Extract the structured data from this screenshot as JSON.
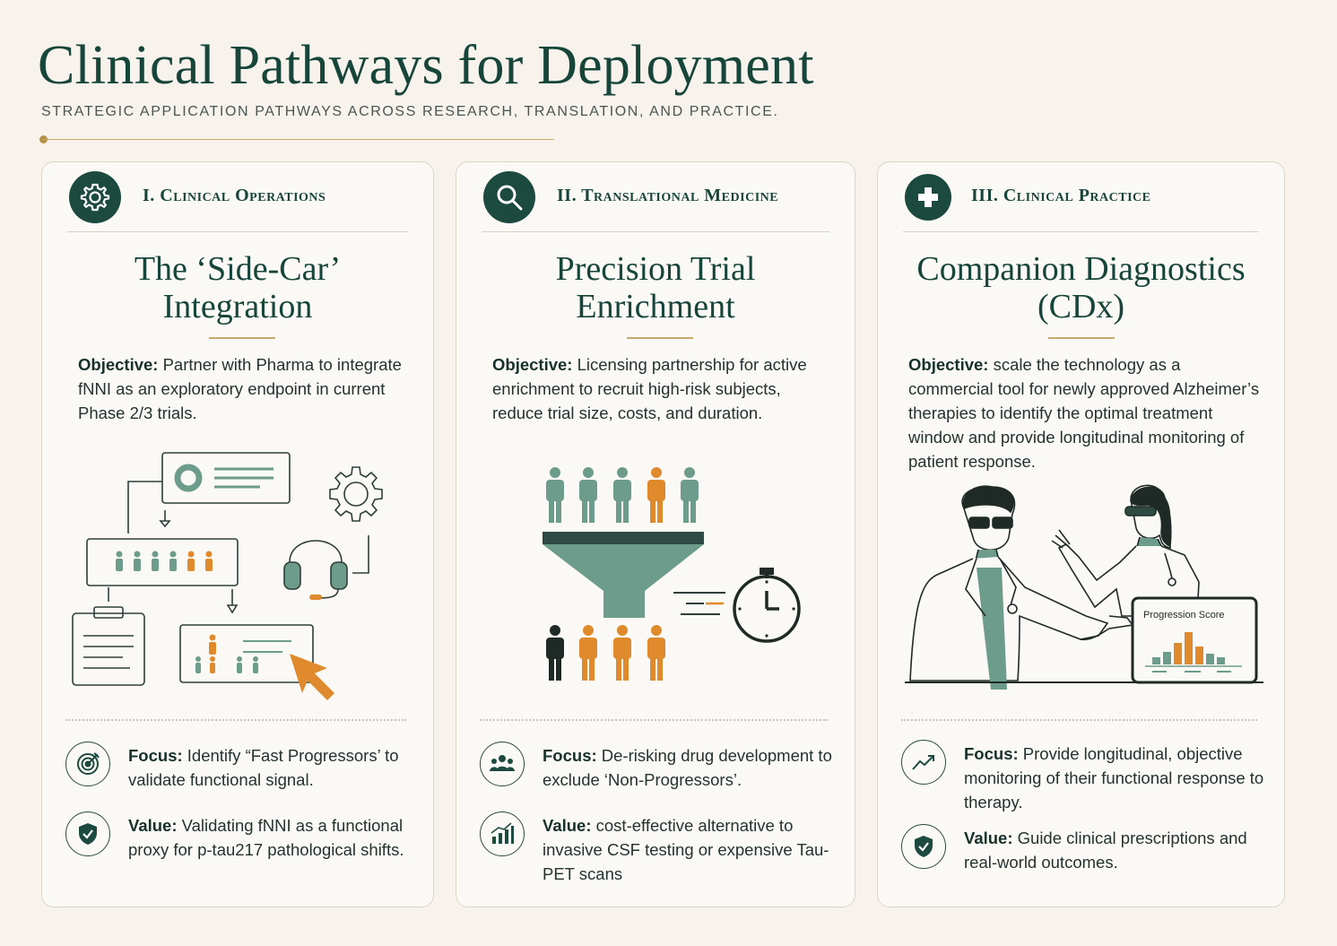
{
  "header": {
    "title": "Clinical Pathways for Deployment",
    "subtitle": "STRATEGIC APPLICATION PATHWAYS ACROSS RESEARCH, TRANSLATION, AND PRACTICE."
  },
  "colors": {
    "primary": "#1d4a3f",
    "accent_gold": "#c9a96b",
    "accent_orange": "#e08a2e",
    "muted_teal": "#6e9c8c"
  },
  "cards": [
    {
      "section_label": "I. Clinical Operations",
      "icon": "gear-icon",
      "title_line1": "The ‘Side-Car’",
      "title_line2": "Integration",
      "objective_label": "Objective:",
      "objective_text": " Partner with Pharma to integrate fNNI as an exploratory endpoint in current Phase 2/3 trials.",
      "focus_label": "Focus:",
      "focus_text": " Identify “Fast Progressors’ to validate functional signal.",
      "focus_icon": "target-icon",
      "value_label": "Value:",
      "value_text": " Validating fNNI as a functional proxy for p-tau217 pathological shifts.",
      "value_icon": "shield-check-icon"
    },
    {
      "section_label": "II. Translational Medicine",
      "icon": "search-icon",
      "title_line1": "Precision Trial",
      "title_line2": "Enrichment",
      "objective_label": "Objective:",
      "objective_text": " Licensing partnership for active enrichment to recruit high-risk subjects, reduce trial size, costs, and duration.",
      "focus_label": "Focus:",
      "focus_text": " De-risking drug development to exclude ‘Non-Progressors’.",
      "focus_icon": "people-group-icon",
      "value_label": "Value:",
      "value_text": " cost-effective alternative to invasive CSF testing or expensive Tau-PET scans",
      "value_icon": "bar-chart-icon"
    },
    {
      "section_label": "III. Clinical Practice",
      "icon": "medical-cross-icon",
      "title_line1": "Companion Diagnostics",
      "title_line2": "(CDx)",
      "objective_label": "Objective:",
      "objective_text": " scale the technology as a commercial tool for newly approved Alzheimer’s therapies to identify the optimal treatment window and provide longitudinal monitoring of patient response.",
      "screen_label": "Progression Score",
      "focus_label": "Focus:",
      "focus_text": " Provide longitudinal, objective monitoring of their functional response to therapy.",
      "focus_icon": "trend-up-icon",
      "value_label": "Value:",
      "value_text": " Guide clinical prescriptions and real-world outcomes.",
      "value_icon": "shield-check-icon"
    }
  ]
}
